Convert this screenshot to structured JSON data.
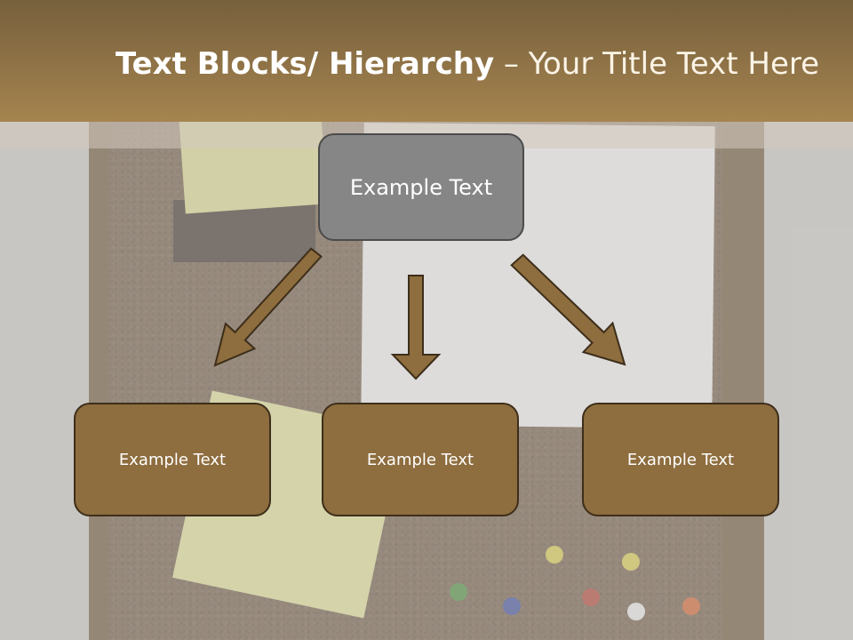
{
  "slide": {
    "title_bold": "Text Blocks/ Hierarchy",
    "title_rest": " – Your Title Text Here"
  },
  "hierarchy": {
    "root_label": "Example Text",
    "children": [
      {
        "label": "Example Text"
      },
      {
        "label": "Example Text"
      },
      {
        "label": "Example Text"
      }
    ]
  },
  "colors": {
    "title_bar": "#a5844f",
    "root_box": "#868686",
    "child_box": "#8e6d3e",
    "arrow": "#8e6d3e",
    "arrow_outline": "#3d2e1a"
  }
}
